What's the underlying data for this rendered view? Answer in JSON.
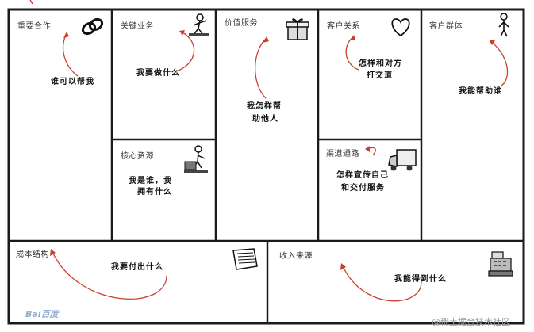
{
  "blocks": {
    "key_partners": {
      "title": "重要合作",
      "note": "谁可以帮我"
    },
    "key_activities": {
      "title": "关键业务",
      "note": "我要做什么"
    },
    "value_props": {
      "title": "价值服务",
      "note_line1": "我怎样帮",
      "note_line2": "助他人"
    },
    "customer_rel": {
      "title": "客户关系",
      "note_line1": "怎样和对方",
      "note_line2": "打交道"
    },
    "customer_seg": {
      "title": "客户群体",
      "note": "我能帮助谁"
    },
    "key_resources": {
      "title": "核心资源",
      "note_line1": "我是谁，我",
      "note_line2": "拥有什么"
    },
    "channels": {
      "title": "渠道通路",
      "note_line1": "怎样宣传自己",
      "note_line2": "和交付服务"
    },
    "cost_structure": {
      "title": "成本结构",
      "note": "我要付出什么"
    },
    "revenue": {
      "title": "收入来源",
      "note": "我能得到什么"
    }
  },
  "watermarks": {
    "left": "Bai百度",
    "right": "@稀土掘金技术社区"
  },
  "colors": {
    "line": "#1a1a1a",
    "arrow": "#c9402a"
  },
  "icons": [
    "chain-link-icon",
    "worker-icon",
    "gift-box-icon",
    "heart-icon",
    "person-icon",
    "builder-icon",
    "truck-icon",
    "document-icon",
    "cash-register-icon"
  ]
}
